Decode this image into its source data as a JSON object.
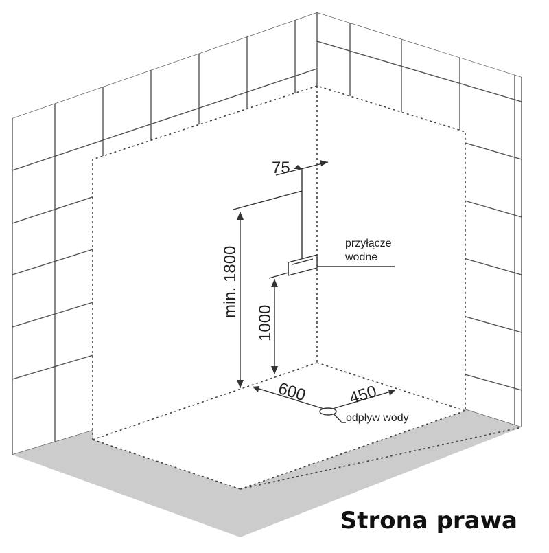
{
  "dimensions": {
    "offset": "75",
    "height_min": "min. 1800",
    "height_connection": "1000",
    "drain_from_wall": "600",
    "drain_from_side": "450"
  },
  "labels": {
    "water_connection": "przyłącze\nwodne",
    "drain": "odpływ wody"
  },
  "caption": "Strona prawa",
  "colors": {
    "lines": "#444444",
    "floor": "#cccccc",
    "tile_lines": "#555555"
  }
}
